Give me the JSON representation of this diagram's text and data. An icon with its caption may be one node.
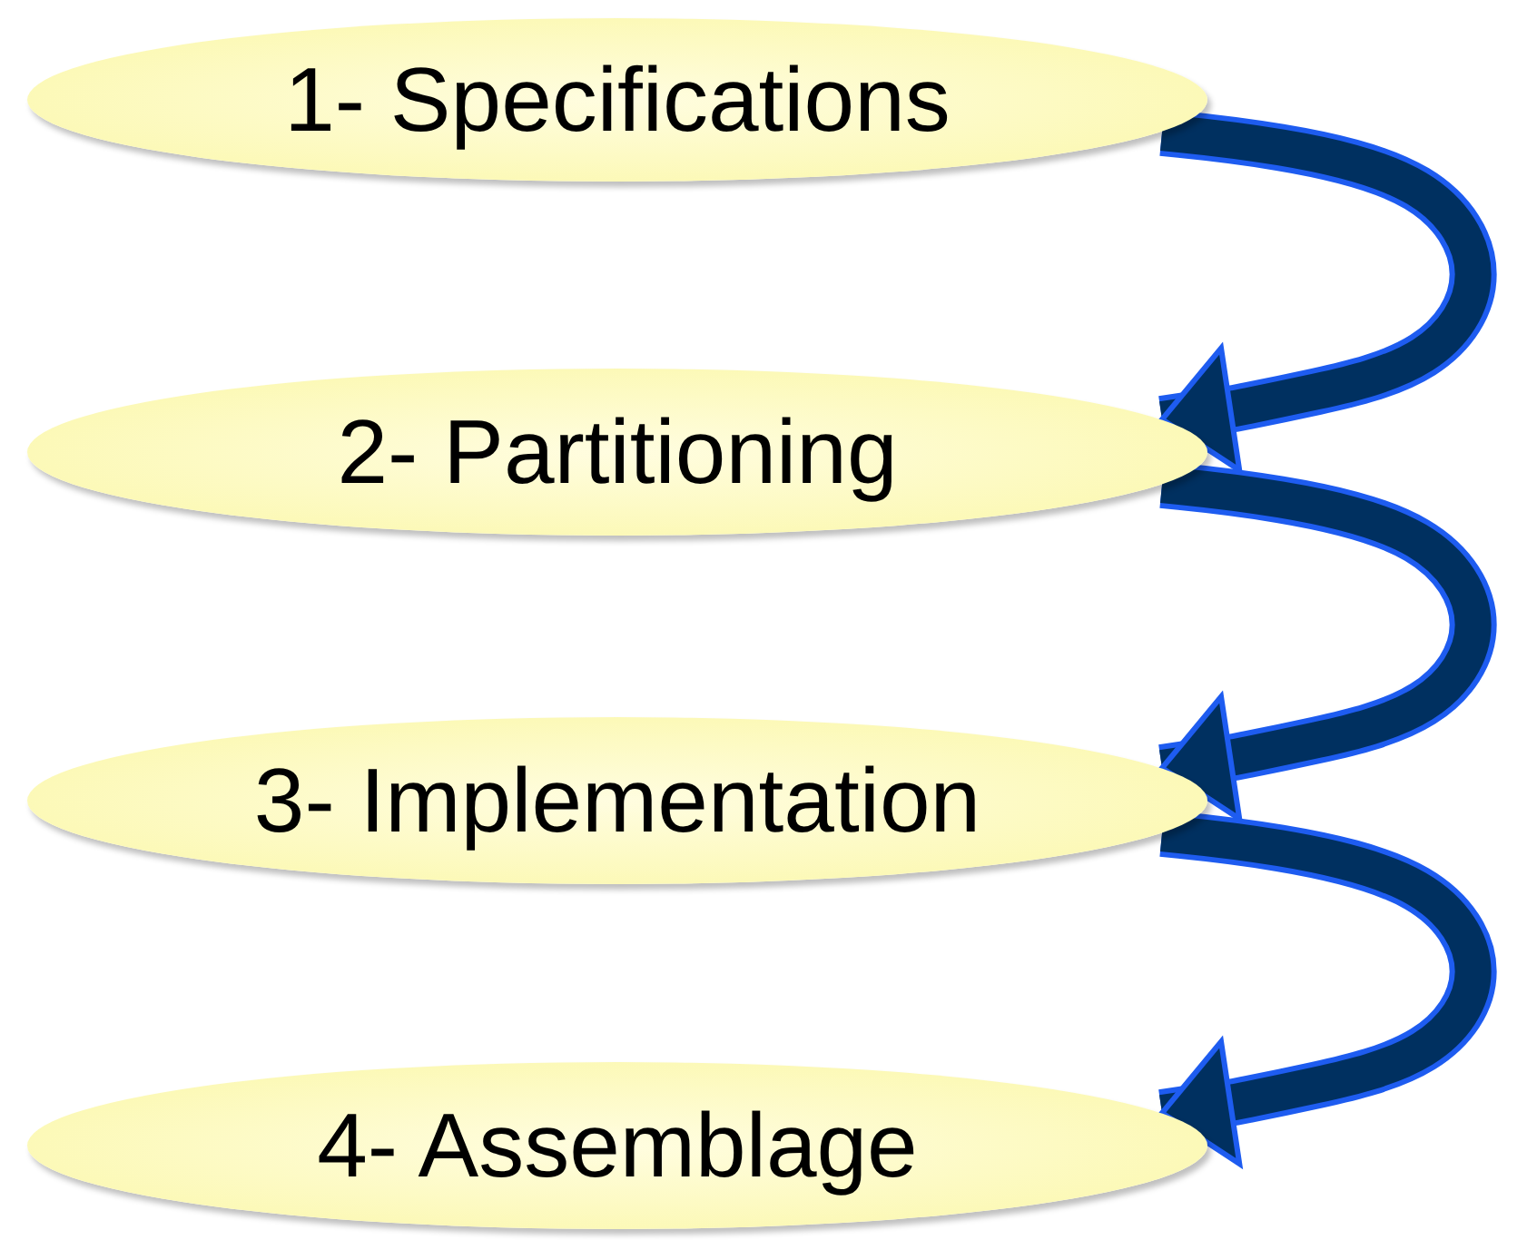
{
  "diagram": {
    "nodes": [
      {
        "text": [
          "1- Specifications"
        ]
      },
      {
        "text": [
          "2- Partitioning"
        ]
      },
      {
        "text": [
          "3- Implementation"
        ]
      },
      {
        "text": [
          "4- Assemblage"
        ]
      }
    ],
    "edges": [
      {
        "from": 0,
        "to": 1,
        "arrow": "to"
      },
      {
        "from": 1,
        "to": 2,
        "arrow": "to"
      },
      {
        "from": 2,
        "to": 3,
        "arrow": "to"
      }
    ]
  }
}
